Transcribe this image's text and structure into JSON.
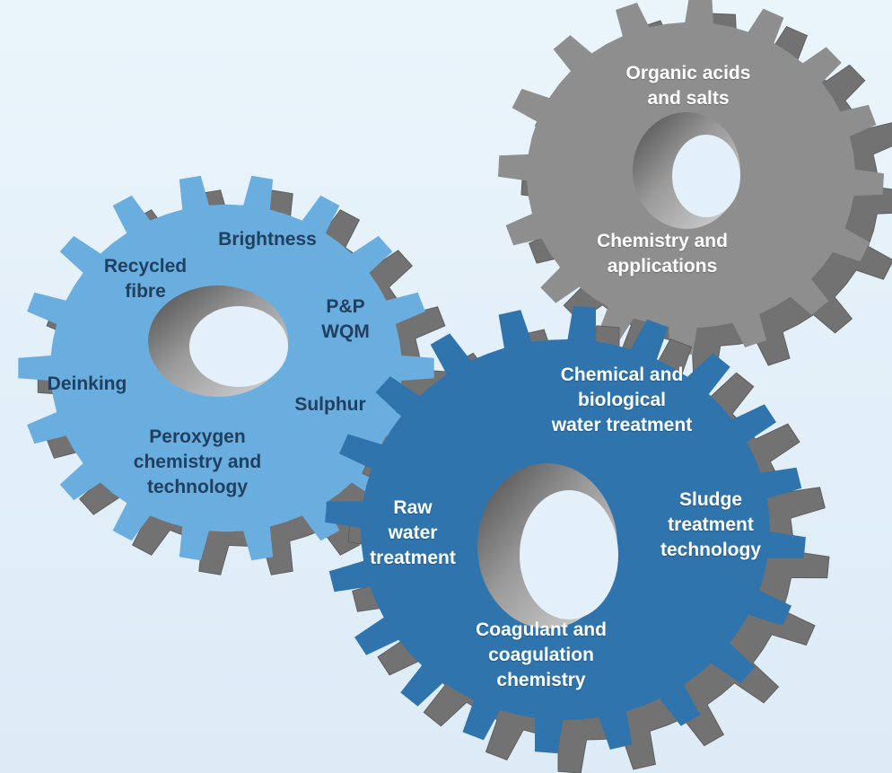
{
  "colors": {
    "background": "#e4f0f9",
    "gear_light_blue": "#6aaedf",
    "gear_dark_blue": "#2f74ad",
    "gear_grey": "#8e8e8e",
    "gear_side": "#727272",
    "label_dark": "#213f5e",
    "label_light": "#ffffff"
  },
  "gears": {
    "paper": {
      "color": "#6aaedf",
      "labels": {
        "brightness": "Brightness",
        "recycled_fibre": "Recycled\nfibre",
        "pp_wqm": "P&P\nWQM",
        "deinking": "Deinking",
        "sulphur": "Sulphur",
        "peroxygen": "Peroxygen\nchemistry and\ntechnology"
      }
    },
    "acids": {
      "color": "#8e8e8e",
      "labels": {
        "organic_acids": "Organic acids\nand salts",
        "chemistry_applications": "Chemistry and\napplications"
      }
    },
    "water": {
      "color": "#2f74ad",
      "labels": {
        "chemical_biological": "Chemical and\nbiological\nwater treatment",
        "raw_water": "Raw\nwater\ntreatment",
        "sludge": "Sludge\ntreatment\ntechnology",
        "coagulant": "Coagulant and\ncoagulation\nchemistry"
      }
    }
  }
}
